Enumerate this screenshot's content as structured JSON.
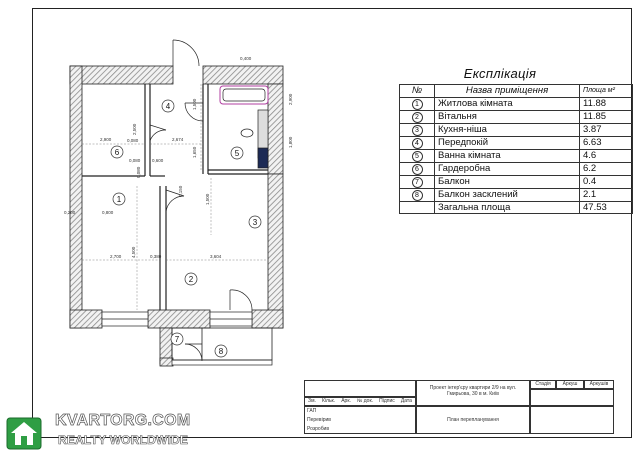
{
  "explication": {
    "title": "Експлікація",
    "headers": {
      "num": "№",
      "name": "Назва приміщення",
      "area": "Площа м²"
    },
    "rows": [
      {
        "num": "1",
        "name": "Житлова кімната",
        "area": "11.88"
      },
      {
        "num": "2",
        "name": "Вітальня",
        "area": "11.85"
      },
      {
        "num": "3",
        "name": "Кухня-ніша",
        "area": "3.87"
      },
      {
        "num": "4",
        "name": "Передпокій",
        "area": "6.63"
      },
      {
        "num": "5",
        "name": "Ванна кімната",
        "area": "4.6"
      },
      {
        "num": "6",
        "name": "Гардеробна",
        "area": "6.2"
      },
      {
        "num": "7",
        "name": "Балкон",
        "area": "0.4"
      },
      {
        "num": "8",
        "name": "Балкон засклений",
        "area": "2.1"
      }
    ],
    "total": {
      "name": "Загальна площа",
      "area": "47.53"
    }
  },
  "plan": {
    "room_markers": [
      "1",
      "2",
      "3",
      "4",
      "5",
      "6",
      "7",
      "8"
    ],
    "dimensions": [
      "0,400",
      "1,500",
      "2,900",
      "1,800",
      "2,500",
      "2,674",
      "1,650",
      "2,900",
      "0,080",
      "0,080",
      "0,600",
      "0,080",
      "0,150",
      "1,500",
      "0,200",
      "0,800",
      "4,500",
      "2,700",
      "0,380",
      "3,604"
    ]
  },
  "title_block": {
    "project": "Проект інтер'єру квартири 2/9 на вул. Гмирьова, 30 в м. Київ",
    "drawing": "План перепланування",
    "columns": [
      "Стадія",
      "Аркуш",
      "Аркушів"
    ],
    "sign_header": [
      "Зм.",
      "Кільк.",
      "Арк.",
      "№ док.",
      "Підпис",
      "Дата"
    ],
    "roles": [
      "ГАП",
      "Перевірив",
      "Розробив"
    ]
  },
  "logo": {
    "line1": "KVARTORG.COM",
    "line2": "REALTY WORLDWIDE"
  },
  "colors": {
    "wall_hatch": "#8a8a8a",
    "line": "#222222",
    "logo_green": "#2f9e44",
    "bath_accent": "#b03fa0"
  }
}
